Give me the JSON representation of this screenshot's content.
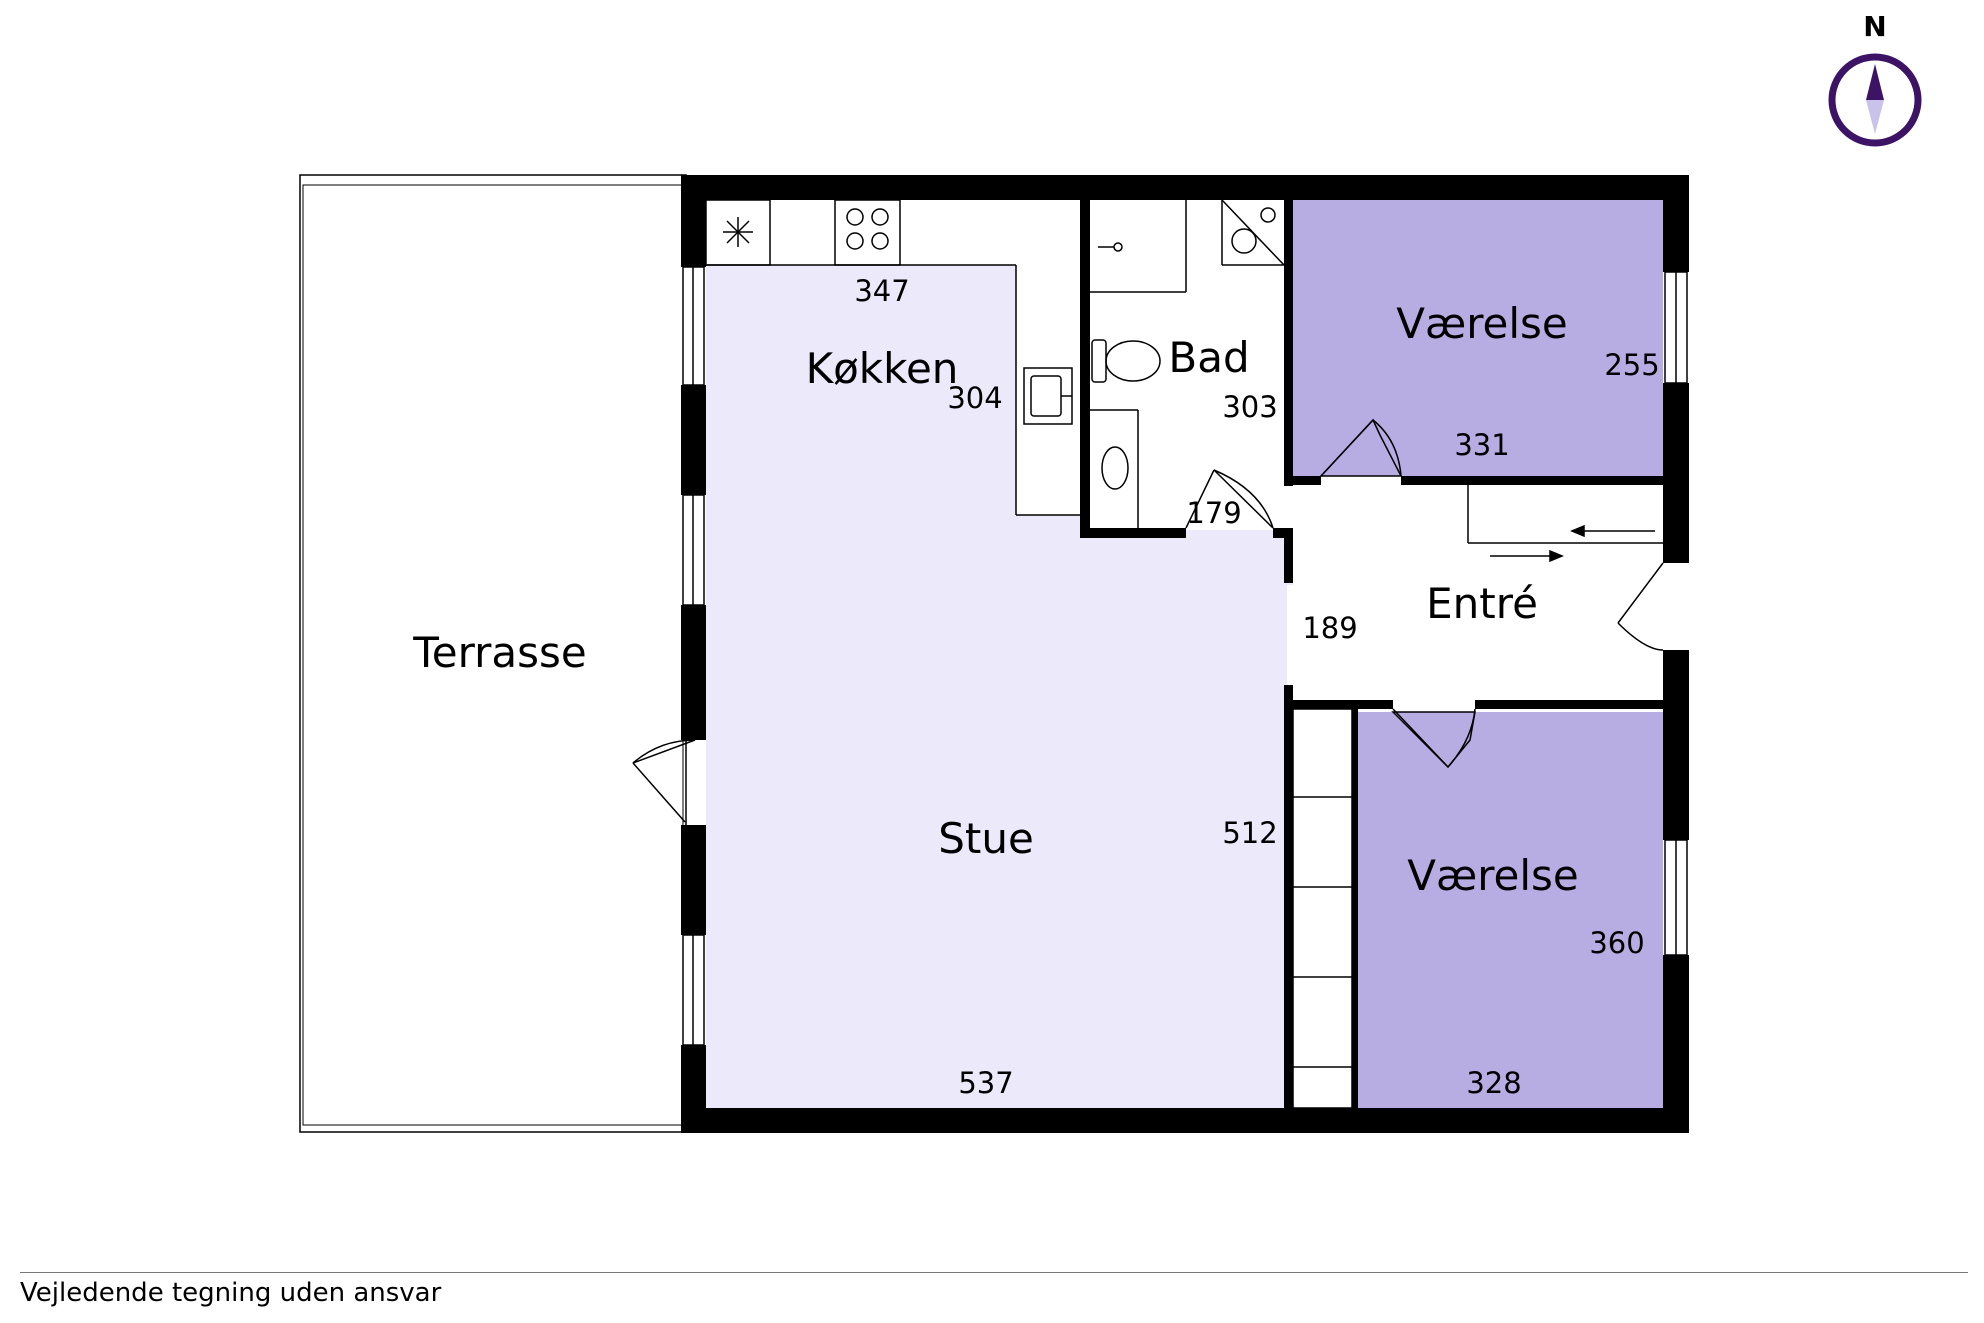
{
  "rooms": {
    "terrace": "Terrasse",
    "kitchen": "Køkken",
    "bath": "Bad",
    "bedroom_1": "Værelse",
    "entrance": "Entré",
    "living": "Stue",
    "bedroom_2": "Værelse"
  },
  "dimensions": {
    "kitchen_width": "347",
    "kitchen_depth": "304",
    "bath_depth": "303",
    "bath_width": "179",
    "bedroom_1_depth": "255",
    "bedroom_1_width": "331",
    "entrance_width": "189",
    "living_depth": "512",
    "living_width": "537",
    "bedroom_2_depth": "360",
    "bedroom_2_width": "328"
  },
  "compass": {
    "label": "N",
    "color": "#3d1366"
  },
  "colors": {
    "wall": "#000000",
    "living_fill": "#ece9fa",
    "bedroom_fill": "#b8ade3"
  },
  "footer": {
    "disclaimer": "Vejledende tegning uden ansvar"
  }
}
